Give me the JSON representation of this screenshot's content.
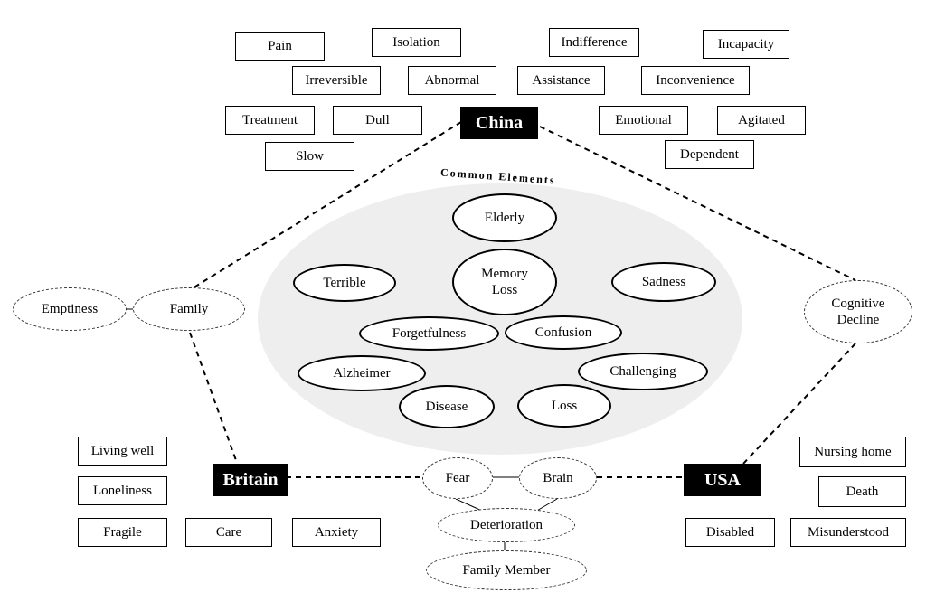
{
  "countries": {
    "china": "China",
    "britain": "Britain",
    "usa": "USA"
  },
  "china_terms": [
    "Pain",
    "Isolation",
    "Indifference",
    "Incapacity",
    "Irreversible",
    "Abnormal",
    "Assistance",
    "Inconvenience",
    "Treatment",
    "Dull",
    "Emotional",
    "Agitated",
    "Slow",
    "Dependent"
  ],
  "common": {
    "title": "Common Elements",
    "terms": [
      "Elderly",
      "Memory Loss",
      "Terrible",
      "Sadness",
      "Forgetfulness",
      "Confusion",
      "Alzheimer",
      "Challenging",
      "Disease",
      "Loss"
    ]
  },
  "china_britain_link": {
    "family": "Family",
    "emptiness": "Emptiness"
  },
  "china_usa_link": {
    "cognitive_decline": "Cognitive Decline"
  },
  "britain_usa_link": {
    "fear": "Fear",
    "brain": "Brain",
    "deterioration": "Deterioration",
    "family_member": "Family Member"
  },
  "britain_terms": [
    "Living well",
    "Loneliness",
    "Fragile",
    "Care",
    "Anxiety"
  ],
  "usa_terms": [
    "Nursing home",
    "Death",
    "Disabled",
    "Misunderstood"
  ]
}
